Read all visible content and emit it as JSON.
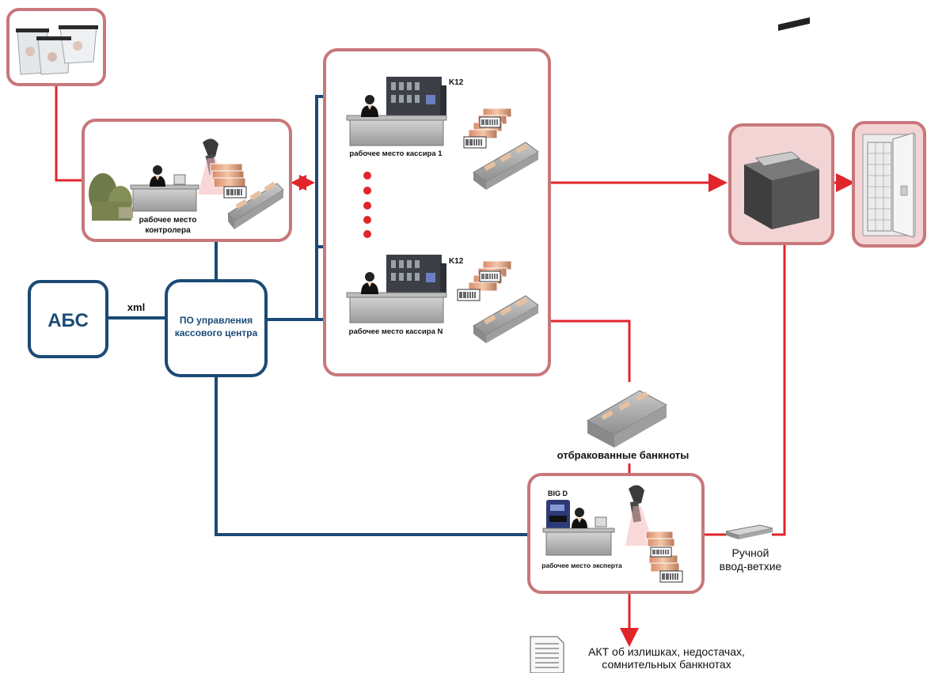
{
  "labels": {
    "abs": "АБС",
    "xml": "xml",
    "po_line1": "ПО управления",
    "po_line2": "кассового центра",
    "controller_line1": "рабочее место",
    "controller_line2": "контролера",
    "cashier1": "рабочее место кассира 1",
    "cashierN": "рабочее место кассира N",
    "k12_top": "K12",
    "k12_bottom": "K12",
    "rejected": "отбракованные банкноты",
    "bigd": "BIG D",
    "expert": "рабочее место эксперта",
    "manual_line1": "Ручной",
    "manual_line2": "ввод-ветхие",
    "act_line1": "АКТ об излишках, недостачах,",
    "act_line2": "сомнительных банкнотах"
  },
  "colors": {
    "red_line": "#e0252b",
    "blue_line": "#1b4a76",
    "box_border": "#c8777b",
    "box_fill_pink": "#f3d4d4",
    "abs_text": "#1b4a76"
  },
  "icons": [
    "money-bags-icon",
    "cash-sacks-icon",
    "cashier-person-icon",
    "desk-icon",
    "barcode-scanner-icon",
    "banknote-tray-icon",
    "barcode-label-icon",
    "sorter-machine-icon",
    "shredder-icon",
    "safe-vault-icon",
    "keyboard-icon",
    "document-icon"
  ]
}
